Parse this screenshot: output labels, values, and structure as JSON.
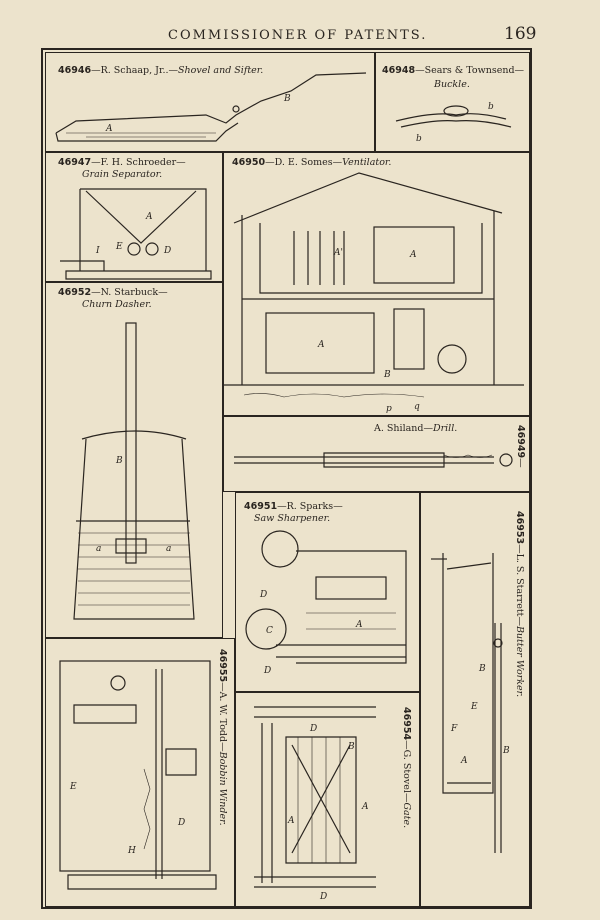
{
  "header": {
    "title": "COMMISSIONER OF PATENTS.",
    "page_number": "169"
  },
  "patents": [
    {
      "number": "46946",
      "inventor": "R. Schaap, Jr.",
      "title": "Shovel and Sifter."
    },
    {
      "number": "46948",
      "inventor": "Sears & Townsend",
      "title": "Buckle."
    },
    {
      "number": "46947",
      "inventor": "F. H. Schroeder",
      "title": "Grain Separator."
    },
    {
      "number": "46950",
      "inventor": "D. E. Somes",
      "title": "Ventilator."
    },
    {
      "number": "46952",
      "inventor": "N. Starbuck",
      "title": "Churn Dasher."
    },
    {
      "number": "46949",
      "inventor": "A. Shiland",
      "title": "Drill."
    },
    {
      "number": "46951",
      "inventor": "R. Sparks",
      "title": "Saw Sharpener."
    },
    {
      "number": "46953",
      "inventor": "L. S. Starrett",
      "title": "Butter Worker."
    },
    {
      "number": "46955",
      "inventor": "A. W. Todd",
      "title": "Bobbin Winder."
    },
    {
      "number": "46954",
      "inventor": "G. Stovel",
      "title": "Gate."
    }
  ],
  "figure_labels": {
    "shovel": [
      "A",
      "B"
    ],
    "buckle": [
      "b",
      "b"
    ],
    "separator": [
      "A",
      "I",
      "E",
      "D"
    ],
    "ventilator": [
      "A'",
      "A",
      "A",
      "B",
      "p",
      "q"
    ],
    "churn": [
      "B",
      "a",
      "a"
    ],
    "saw": [
      "D",
      "C",
      "D",
      "A"
    ],
    "butter": [
      "B",
      "E",
      "F",
      "A",
      "B"
    ],
    "bobbin": [
      "E",
      "H",
      "D"
    ],
    "gate": [
      "D",
      "B",
      "A",
      "A",
      "D"
    ]
  }
}
